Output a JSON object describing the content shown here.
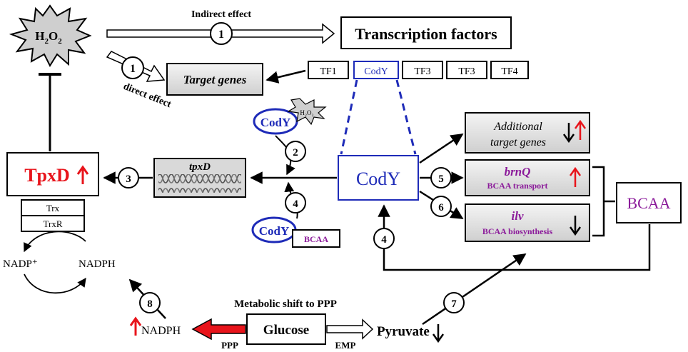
{
  "colors": {
    "blue": "#1e2bb8",
    "red": "#e8141b",
    "purple": "#8b1a9a",
    "black": "#000000",
    "grey_box": "#d9d9d9"
  },
  "h2o2": {
    "main": "H",
    "sub": "2",
    "o": "O",
    "sub2": "2"
  },
  "edges": {
    "indirect": "Indirect effect",
    "direct": "direct effect",
    "metabolic_shift": "Metabolic shift to PPP",
    "ppp": "PPP",
    "emp": "EMP"
  },
  "nodes": {
    "transcription_factors": "Transcription factors",
    "target_genes": "Target genes",
    "tf1": "TF1",
    "cody_tf": "CodY",
    "tf3": "TF3",
    "tf3b": "TF3",
    "tf4": "TF4",
    "cody_h2o2": "CodY",
    "cody_h2o2_stress": "H₂O₂",
    "tpxd_gene": "tpxD",
    "tpxd_protein": "TpxD",
    "trx": "Trx",
    "trxr": "TrxR",
    "nadp": "NADP⁺",
    "nadph_cycle": "NADPH",
    "cody_center": "CodY",
    "cody_bcaa": "CodY",
    "bcaa_small": "BCAA",
    "additional_1": "Additional",
    "additional_2": "target genes",
    "brnq": "brnQ",
    "brnq_sub": "BCAA transport",
    "ilv": "ilv",
    "ilv_sub": "BCAA biosynthesis",
    "bcaa": "BCAA",
    "glucose": "Glucose",
    "pyruvate": "Pyruvate",
    "nadph_bottom": "NADPH"
  },
  "steps": [
    "1",
    "1",
    "2",
    "3",
    "4",
    "4",
    "5",
    "6",
    "7",
    "8"
  ]
}
